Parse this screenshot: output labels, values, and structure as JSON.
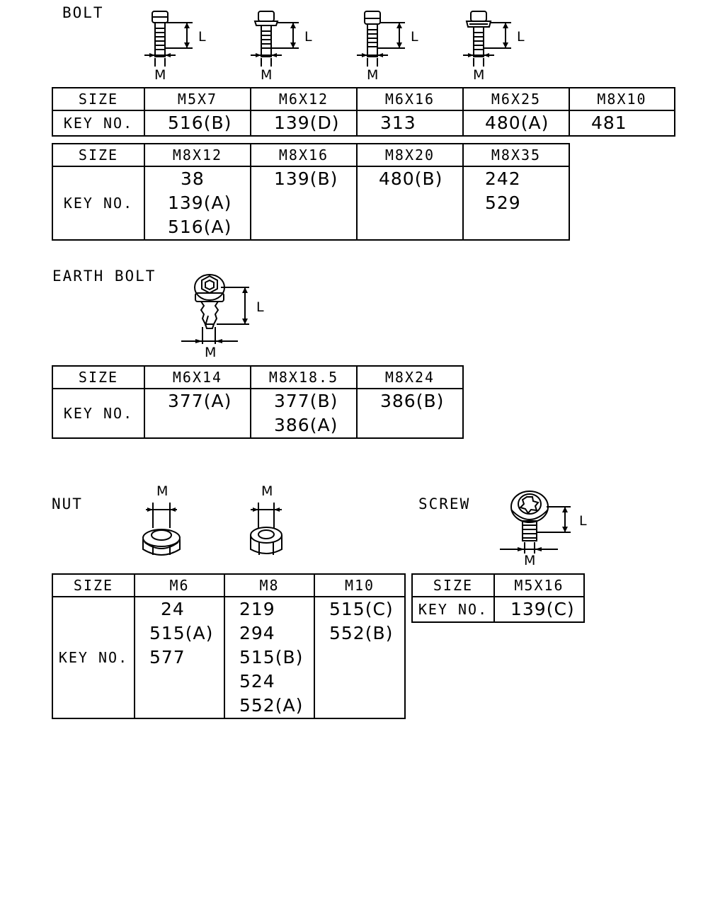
{
  "bolt": {
    "title": "BOLT",
    "dim_l": "L",
    "dim_m": "M",
    "table1": {
      "size_label": "SIZE",
      "key_label": "KEY NO.",
      "sizes": [
        "M5X7",
        "M6X12",
        "M6X16",
        "M6X25",
        "M8X10"
      ],
      "keys": [
        [
          "516(B)"
        ],
        [
          "139(D)"
        ],
        [
          "313"
        ],
        [
          "480(A)"
        ],
        [
          "481"
        ]
      ]
    },
    "table2": {
      "size_label": "SIZE",
      "key_label": "KEY NO.",
      "sizes": [
        "M8X12",
        "M8X16",
        "M8X20",
        "M8X35"
      ],
      "keys": [
        [
          "38",
          "139(A)",
          "516(A)"
        ],
        [
          "139(B)"
        ],
        [
          "480(B)"
        ],
        [
          "242",
          "529"
        ]
      ]
    }
  },
  "earth_bolt": {
    "title": "EARTH BOLT",
    "dim_l": "L",
    "dim_m": "M",
    "table": {
      "size_label": "SIZE",
      "key_label": "KEY NO.",
      "sizes": [
        "M6X14",
        "M8X18.5",
        "M8X24"
      ],
      "keys": [
        [
          "377(A)"
        ],
        [
          "377(B)",
          "386(A)"
        ],
        [
          "386(B)"
        ]
      ]
    }
  },
  "nut": {
    "title": "NUT",
    "dim_m": "M",
    "table": {
      "size_label": "SIZE",
      "key_label": "KEY NO.",
      "sizes": [
        "M6",
        "M8",
        "M10"
      ],
      "keys": [
        [
          "24",
          "515(A)",
          "577"
        ],
        [
          "219",
          "294",
          "515(B)",
          "524",
          "552(A)"
        ],
        [
          "515(C)",
          "552(B)"
        ]
      ]
    }
  },
  "screw": {
    "title": "SCREW",
    "dim_l": "L",
    "dim_m": "M",
    "table": {
      "size_label": "SIZE",
      "key_label": "KEY NO.",
      "sizes": [
        "M5X16"
      ],
      "keys": [
        [
          "139(C)"
        ]
      ]
    }
  }
}
